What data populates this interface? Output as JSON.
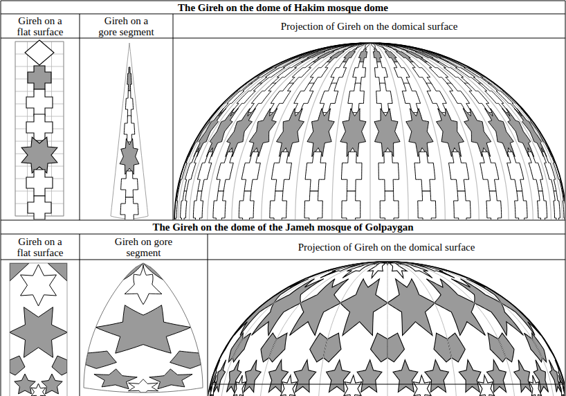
{
  "diagram": {
    "labels": [
      "The Gireh on the dome of Hakim mosque dome",
      "Gireh on a flat surface",
      "Gireh on a gore segment",
      "Projection of Gireh on the domical surface",
      "The Gireh on the dome of the Jameh mosque of Golpaygan",
      "Gireh on a flat surface",
      "Gireh on gore segment",
      "Projection of Gireh on the domical surface"
    ]
  }
}
